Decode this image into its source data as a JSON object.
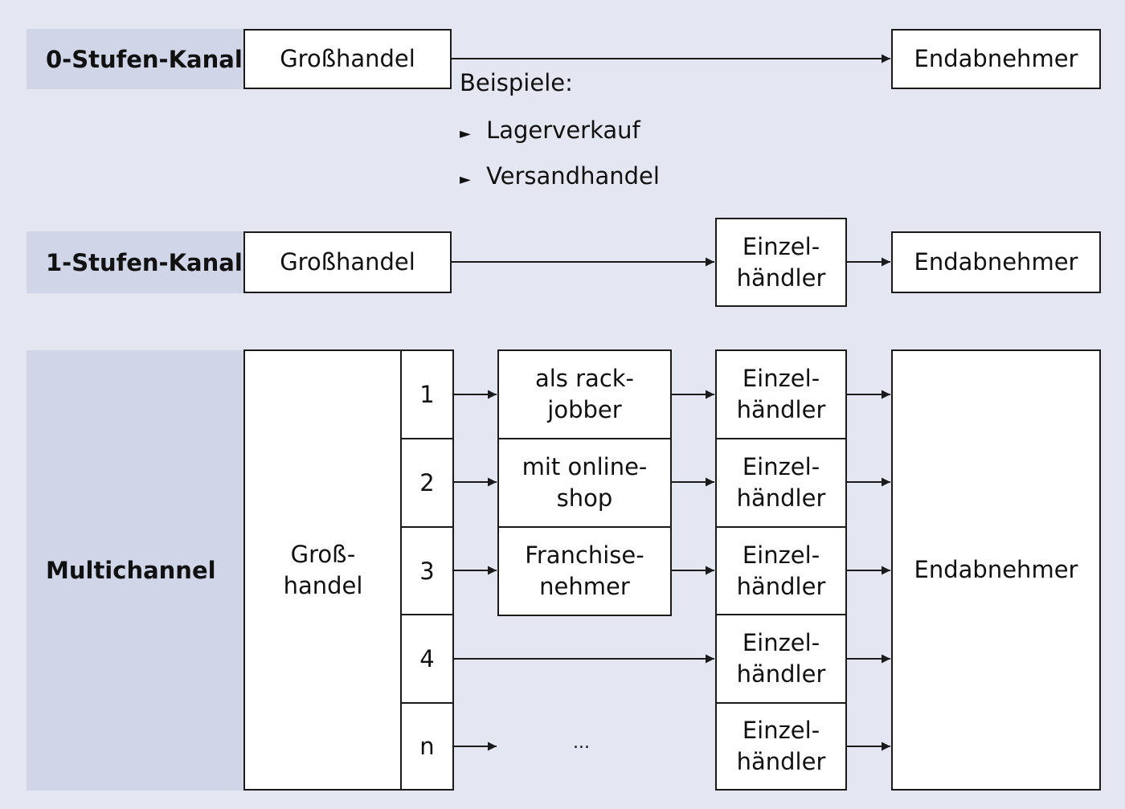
{
  "colors": {
    "background": "#e4e7f1",
    "label_band": "#d0d6e8",
    "box_fill": "#ffffff",
    "line": "#1a1a1a"
  },
  "row0": {
    "label": "0-Stufen-Kanal",
    "source": "Großhandel",
    "target": "Endabnehmer",
    "examples_title": "Beispiele:",
    "examples": [
      "Lagerverkauf",
      "Versandhandel"
    ]
  },
  "row1": {
    "label": "1-Stufen-Kanal",
    "source": "Großhandel",
    "middle": [
      "Einzel-",
      "händler"
    ],
    "target": "Endabnehmer"
  },
  "multi": {
    "label": "Multichannel",
    "source": [
      "Groß-",
      "handel"
    ],
    "target": "Endabnehmer",
    "channels": [
      {
        "num": "1",
        "intermediary": [
          "als rack-",
          "jobber"
        ],
        "retailer": [
          "Einzel-",
          "händler"
        ]
      },
      {
        "num": "2",
        "intermediary": [
          "mit online-",
          "shop"
        ],
        "retailer": [
          "Einzel-",
          "händler"
        ]
      },
      {
        "num": "3",
        "intermediary": [
          "Franchise-",
          "nehmer"
        ],
        "retailer": [
          "Einzel-",
          "händler"
        ]
      },
      {
        "num": "4",
        "intermediary": null,
        "retailer": [
          "Einzel-",
          "händler"
        ]
      },
      {
        "num": "n",
        "intermediary": null,
        "ellipsis": "...",
        "retailer": [
          "Einzel-",
          "händler"
        ]
      }
    ]
  },
  "icons": {
    "arrow": "arrow-right-icon",
    "bullet": "triangle-bullet-icon"
  }
}
